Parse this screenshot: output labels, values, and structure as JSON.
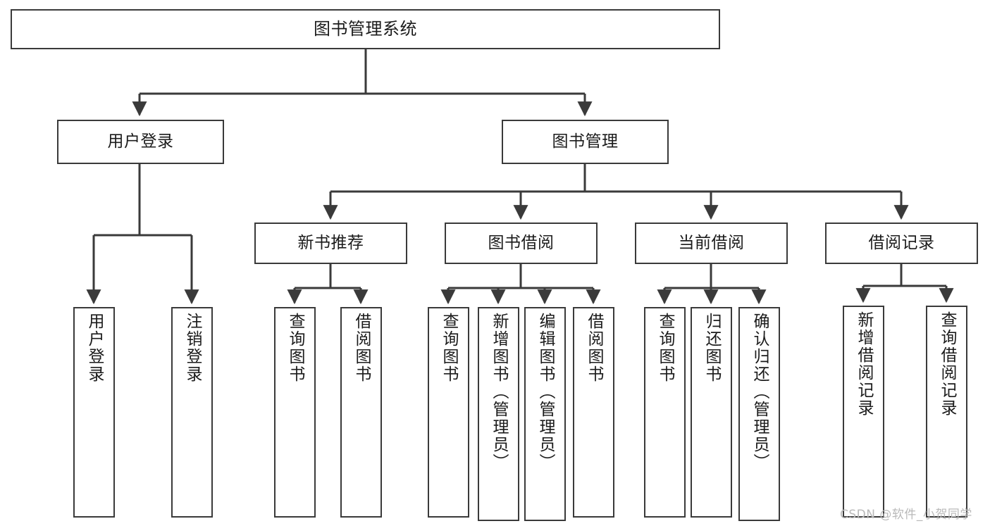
{
  "diagram": {
    "type": "tree-hierarchy-chart",
    "title": "图书管理系统",
    "line_color": "#3a3a3a",
    "box_fill": "#ffffff",
    "text_color": "#1b1b1b",
    "watermark": "CSDN @软件_小贺同学",
    "watermark_color": "#b9b9b9"
  },
  "nodes": {
    "root": {
      "label": "图书管理系统"
    },
    "level2": [
      {
        "label": "用户登录"
      },
      {
        "label": "图书管理"
      }
    ],
    "level3": [
      {
        "label": "新书推荐"
      },
      {
        "label": "图书借阅"
      },
      {
        "label": "当前借阅"
      },
      {
        "label": "借阅记录"
      }
    ],
    "leaves": {
      "user_login": [
        {
          "label": "用户登录"
        },
        {
          "label": "注销登录"
        }
      ],
      "new_book_recommend": [
        {
          "label": "查询图书"
        },
        {
          "label": "借阅图书"
        }
      ],
      "book_borrow": [
        {
          "label": "查询图书"
        },
        {
          "label": "新增图书（管理员）"
        },
        {
          "label": "编辑图书（管理员）"
        },
        {
          "label": "借阅图书"
        }
      ],
      "current_borrow": [
        {
          "label": "查询图书"
        },
        {
          "label": "归还图书"
        },
        {
          "label": "确认归还（管理员）"
        }
      ],
      "borrow_record": [
        {
          "label": "新增借阅记录"
        },
        {
          "label": "查询借阅记录"
        }
      ]
    }
  }
}
